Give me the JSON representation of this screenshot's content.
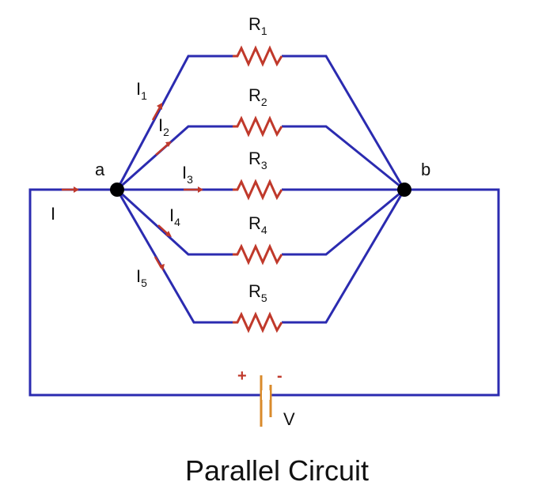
{
  "caption": "Parallel Circuit",
  "nodes": {
    "a": "a",
    "b": "b"
  },
  "source": {
    "label": "V",
    "plus": "+",
    "minus": "-"
  },
  "main_current": {
    "label": "I"
  },
  "resistors": [
    {
      "letter": "R",
      "sub": "1"
    },
    {
      "letter": "R",
      "sub": "2"
    },
    {
      "letter": "R",
      "sub": "3"
    },
    {
      "letter": "R",
      "sub": "4"
    },
    {
      "letter": "R",
      "sub": "5"
    }
  ],
  "branch_currents": [
    {
      "letter": "I",
      "sub": "1"
    },
    {
      "letter": "I",
      "sub": "2"
    },
    {
      "letter": "I",
      "sub": "3"
    },
    {
      "letter": "I",
      "sub": "4"
    },
    {
      "letter": "I",
      "sub": "5"
    }
  ],
  "colors": {
    "wire": "#2b2bb0",
    "component": "#c0392b",
    "battery": "#d98a2b",
    "node": "#000000",
    "text": "#111111"
  }
}
